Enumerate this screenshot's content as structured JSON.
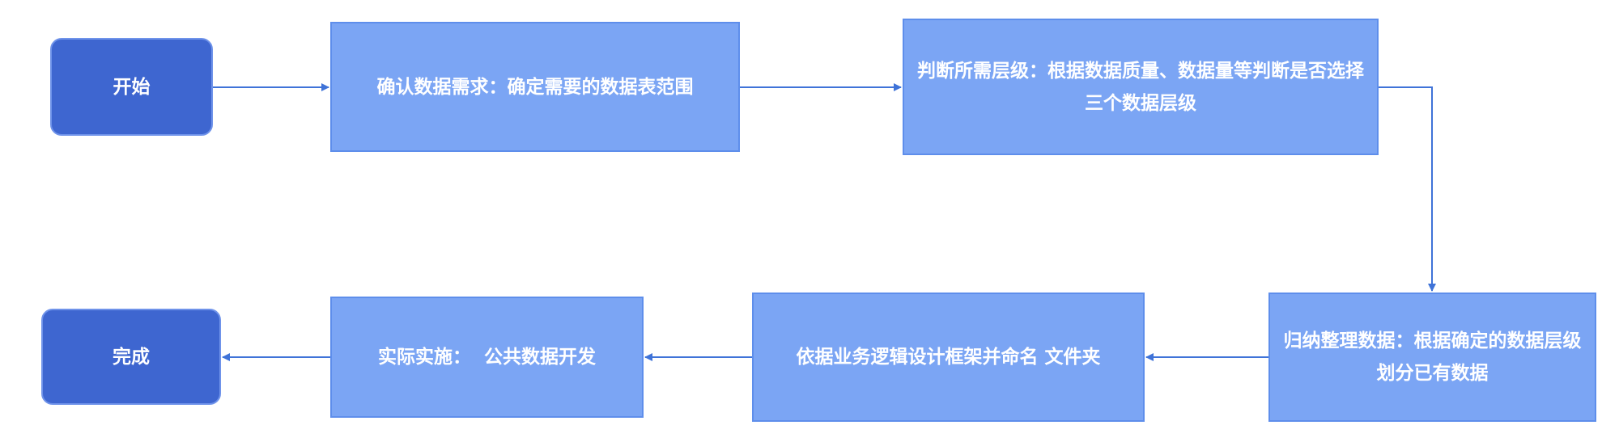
{
  "nodes": {
    "start": "开始",
    "step1": "确认数据需求：确定需要的数据表范围",
    "step2": "判断所需层级：根据数据质量、数据量等判断是否选择三个数据层级",
    "step3": "归纳整理数据：根据确定的数据层级划分已有数据",
    "step4": "依据业务逻辑设计框架并命名 文件夹",
    "step5": "实际实施：  公共数据开发",
    "end": "完成"
  },
  "colors": {
    "process": "#7BA5F4",
    "terminal": "#3E66D0",
    "arrow": "#3F73D8"
  }
}
